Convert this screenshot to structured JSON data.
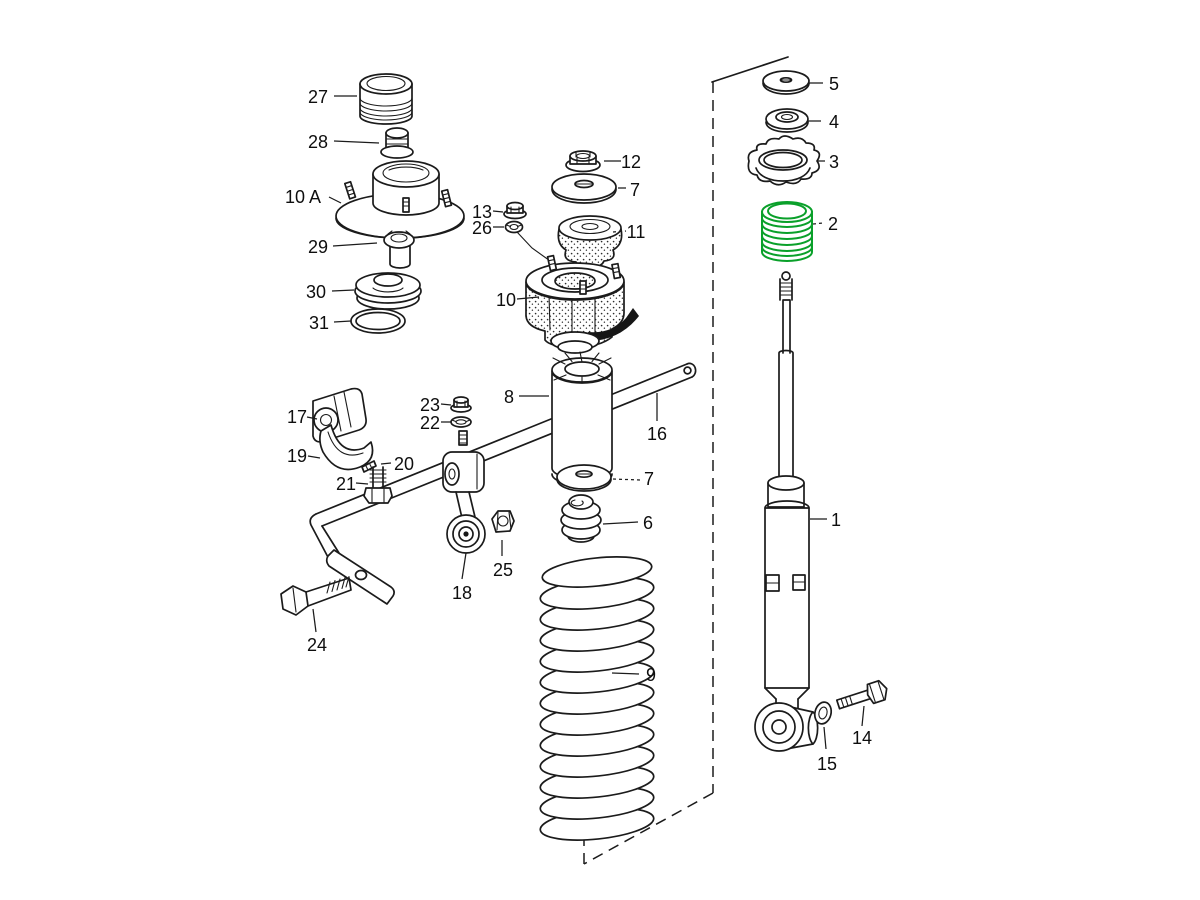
{
  "diagram": {
    "kind": "exploded-parts-diagram",
    "background": "#ffffff",
    "line_color": "#1b1b1b",
    "highlight_color": "#0aa02a",
    "highlighted_part": "2"
  },
  "labels": {
    "p27": "27",
    "p28": "28",
    "p10a": "10 A",
    "p29": "29",
    "p30": "30",
    "p31": "31",
    "p12": "12",
    "p7top": "7",
    "p13": "13",
    "p26": "26",
    "p11": "11",
    "p10": "10",
    "p8": "8",
    "p16": "16",
    "p23": "23",
    "p22": "22",
    "p17": "17",
    "p19": "19",
    "p20": "20",
    "p21": "21",
    "p7mid": "7",
    "p6": "6",
    "p18": "18",
    "p25": "25",
    "p24": "24",
    "p9": "9",
    "p5": "5",
    "p4": "4",
    "p3": "3",
    "p2": "2",
    "p1": "1",
    "p14": "14",
    "p15": "15"
  }
}
